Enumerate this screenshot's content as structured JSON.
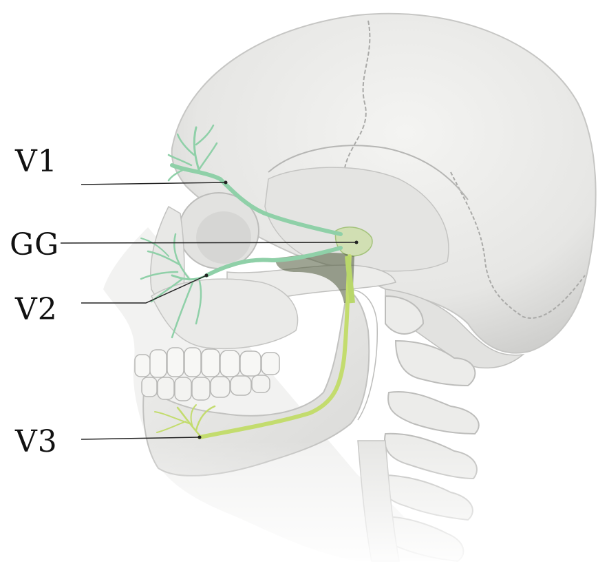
{
  "labels": {
    "v1": "V1",
    "gg": "GG",
    "v2": "V2",
    "v3": "V3"
  },
  "colors": {
    "nerve_v1": "#8fd0a8",
    "nerve_v2": "#8fd0a8",
    "nerve_v3": "#c3dc6e",
    "nerve_trunk": "#b9d76a",
    "ganglion": "#c9dc9a",
    "bone": "#ececea",
    "bone_shadow": "#cfcfcd",
    "leader_line": "#222222"
  }
}
